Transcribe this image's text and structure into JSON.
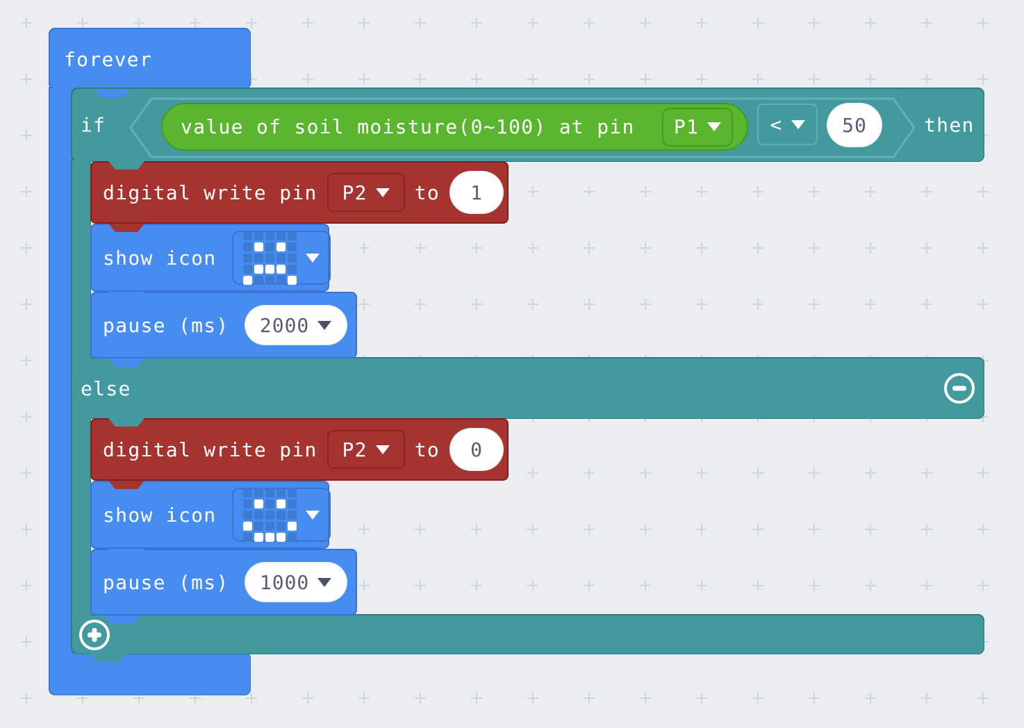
{
  "colors": {
    "bg": "#eaeef0",
    "cross": "#cfd6da",
    "blue": "#478cf0",
    "blue_line": "#3a73d2",
    "teal": "#429a9e",
    "teal_line": "#2f7d81",
    "red": "#a53430",
    "red_line": "#7f201d",
    "green": "#5ab62f",
    "green_line": "#46991f",
    "value_text": "#565e75"
  },
  "forever": {
    "label": "forever"
  },
  "if_block": {
    "if_label": "if",
    "then_label": "then",
    "else_label": "else",
    "condition": {
      "sensor_label": "value of soil moisture(0~100) at pin",
      "pin_value": "P1",
      "operator_value": "<",
      "compare_value": "50"
    }
  },
  "then_branch": {
    "digital_write": {
      "label": "digital write pin",
      "pin_value": "P2",
      "to_label": "to",
      "value": "1"
    },
    "show_icon": {
      "label": "show icon",
      "icon_name": "sad-face",
      "matrix": [
        [
          0,
          0,
          0,
          0,
          0
        ],
        [
          0,
          1,
          0,
          1,
          0
        ],
        [
          0,
          0,
          0,
          0,
          0
        ],
        [
          0,
          1,
          1,
          1,
          0
        ],
        [
          1,
          0,
          0,
          0,
          1
        ]
      ]
    },
    "pause": {
      "label": "pause (ms)",
      "value": "2000"
    }
  },
  "else_branch": {
    "digital_write": {
      "label": "digital write pin",
      "pin_value": "P2",
      "to_label": "to",
      "value": "0"
    },
    "show_icon": {
      "label": "show icon",
      "icon_name": "happy-face",
      "matrix": [
        [
          0,
          0,
          0,
          0,
          0
        ],
        [
          0,
          1,
          0,
          1,
          0
        ],
        [
          0,
          0,
          0,
          0,
          0
        ],
        [
          1,
          0,
          0,
          0,
          1
        ],
        [
          0,
          1,
          1,
          1,
          0
        ]
      ]
    },
    "pause": {
      "label": "pause (ms)",
      "value": "1000"
    }
  },
  "controls": {
    "collapse_else_icon": "minus-icon",
    "add_branch_icon": "plus-icon"
  }
}
